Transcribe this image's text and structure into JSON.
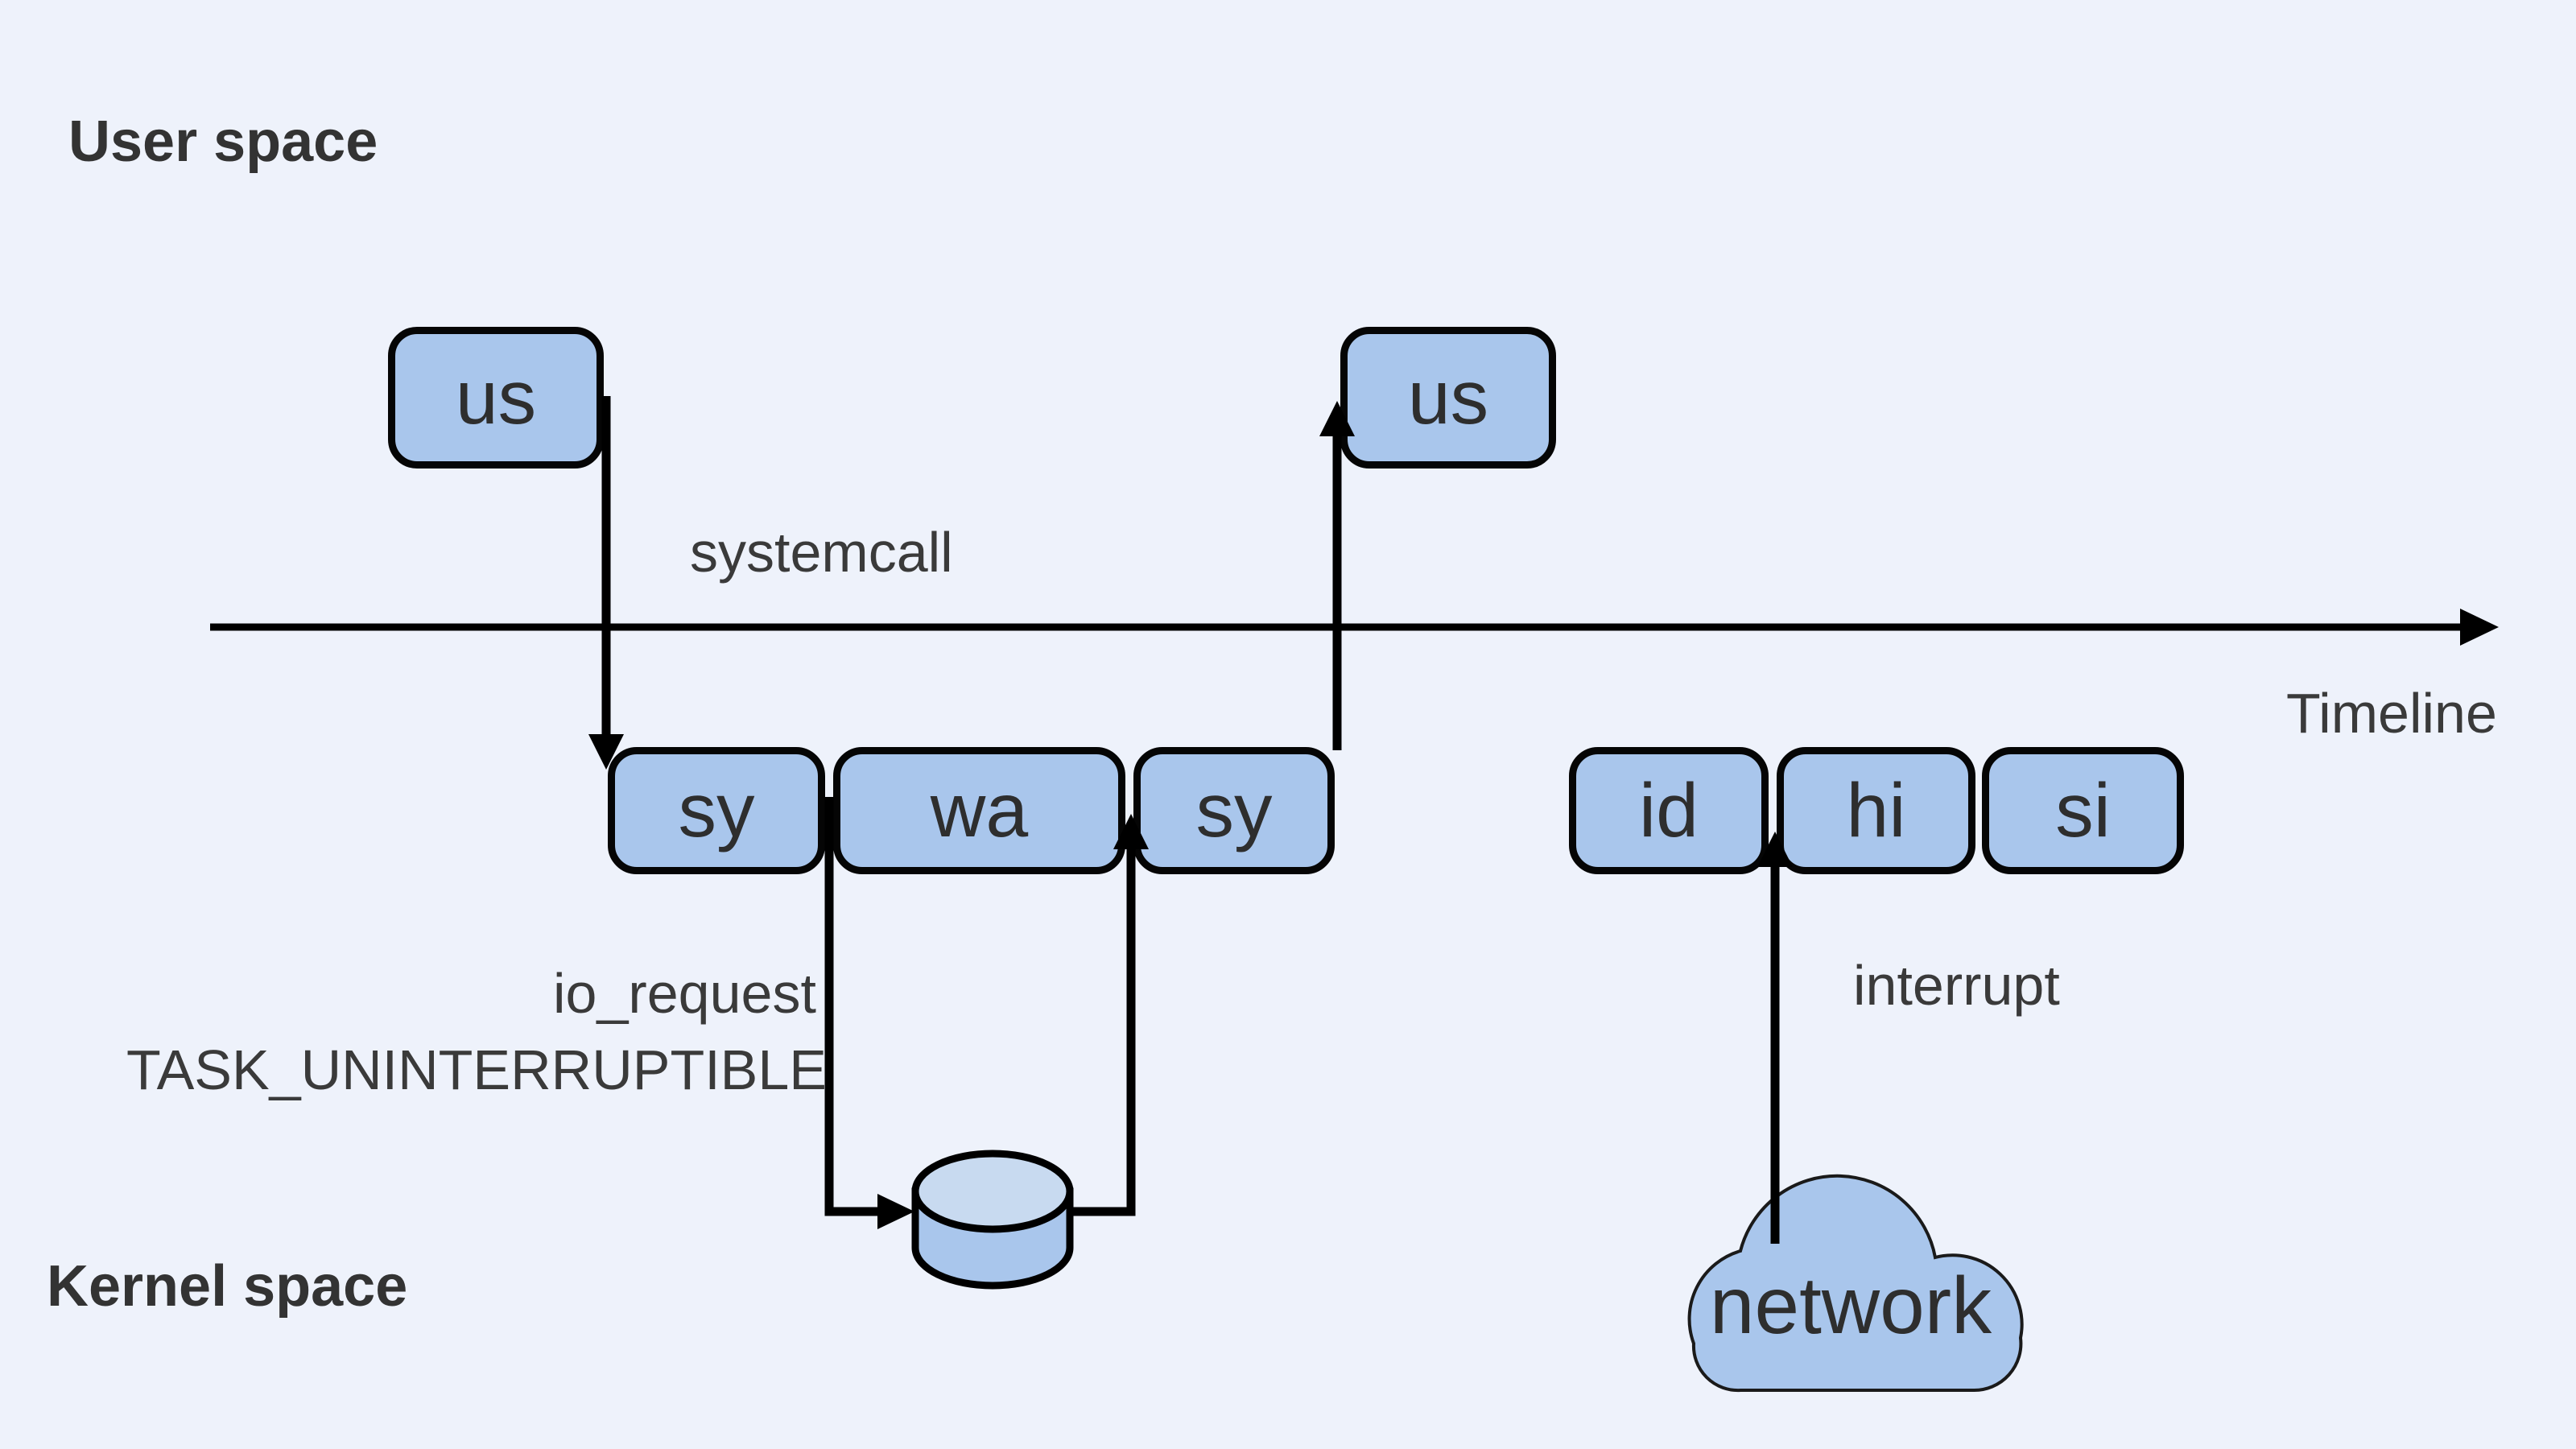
{
  "regions": {
    "user_space": "User space",
    "kernel_space": "Kernel space"
  },
  "timeline": {
    "label": "Timeline"
  },
  "annotations": {
    "systemcall": "systemcall",
    "io_request": "io_request",
    "task_state": "TASK_UNINTERRUPTIBLE",
    "interrupt": "interrupt"
  },
  "nodes": {
    "user_boxes": [
      {
        "label": "us"
      },
      {
        "label": "us"
      }
    ],
    "kernel_boxes_left": [
      {
        "label": "sy"
      },
      {
        "label": "wa"
      },
      {
        "label": "sy"
      }
    ],
    "kernel_boxes_right": [
      {
        "label": "id"
      },
      {
        "label": "hi"
      },
      {
        "label": "si"
      }
    ],
    "network_cloud": {
      "label": "network"
    }
  },
  "colors": {
    "background": "#eef2fb",
    "node_fill": "#a9c6ec",
    "cylinder_top_fill": "#c8daf0",
    "outline": "#000000",
    "node_text": "#2e2e2e",
    "label_text": "#3a3a3a"
  }
}
